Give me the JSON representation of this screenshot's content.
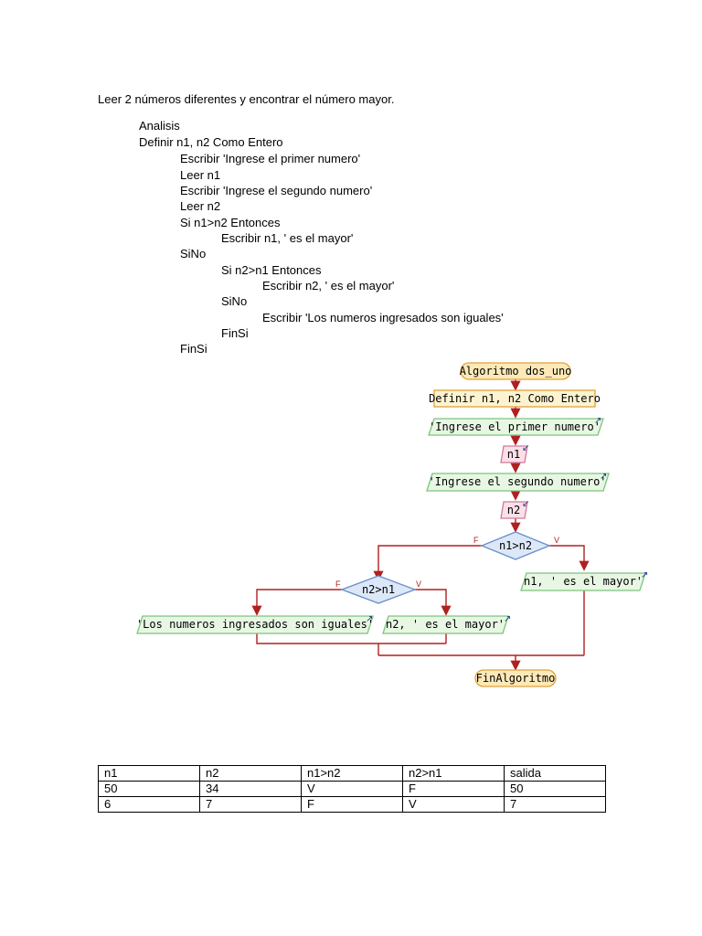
{
  "heading": "Leer 2 números diferentes y encontrar el número mayor.",
  "pseudocode": [
    "Analisis",
    "Definir n1, n2 Como Entero",
    "Escribir 'Ingrese el primer numero'",
    "Leer n1",
    "Escribir 'Ingrese el segundo numero'",
    "Leer n2",
    "Si n1>n2 Entonces",
    "Escribir n1, ' es el mayor'",
    "SiNo",
    "Si n2>n1 Entonces",
    "Escribir n2, ' es el mayor'",
    "SiNo",
    "Escribir 'Los numeros ingresados son iguales'",
    "FinSi",
    "FinSi"
  ],
  "flowchart": {
    "start": "Algoritmo dos_uno",
    "define": "Definir n1, n2 Como Entero",
    "write1": "'Ingrese el primer numero'",
    "read1": "n1",
    "write2": "'Ingrese el segundo numero'",
    "read2": "n2",
    "cond1": "n1>n2",
    "cond1_false": "F",
    "cond1_true": "V",
    "out1": "n1, ' es el mayor'",
    "cond2": "n2>n1",
    "cond2_false": "F",
    "cond2_true": "V",
    "out_equal": "'Los numeros ingresados son iguales'",
    "out2": "n2, ' es el mayor'",
    "end": "FinAlgoritmo"
  },
  "trace_table": {
    "headers": [
      "n1",
      "n2",
      "n1>n2",
      "n2>n1",
      "salida"
    ],
    "rows": [
      [
        "50",
        "34",
        "V",
        "F",
        "50"
      ],
      [
        "6",
        "7",
        "F",
        "V",
        "7"
      ]
    ]
  },
  "colors": {
    "terminal_fill": "#fde9b8",
    "terminal_stroke": "#e0a23a",
    "process_fill": "#fdf3d0",
    "io_fill": "#e8f7e4",
    "io_stroke": "#7cc47c",
    "read_fill": "#fbe0e8",
    "read_stroke": "#d07a9a",
    "decision_fill": "#dce8f8",
    "decision_stroke": "#6a8fc8",
    "arrow": "#b02020"
  }
}
